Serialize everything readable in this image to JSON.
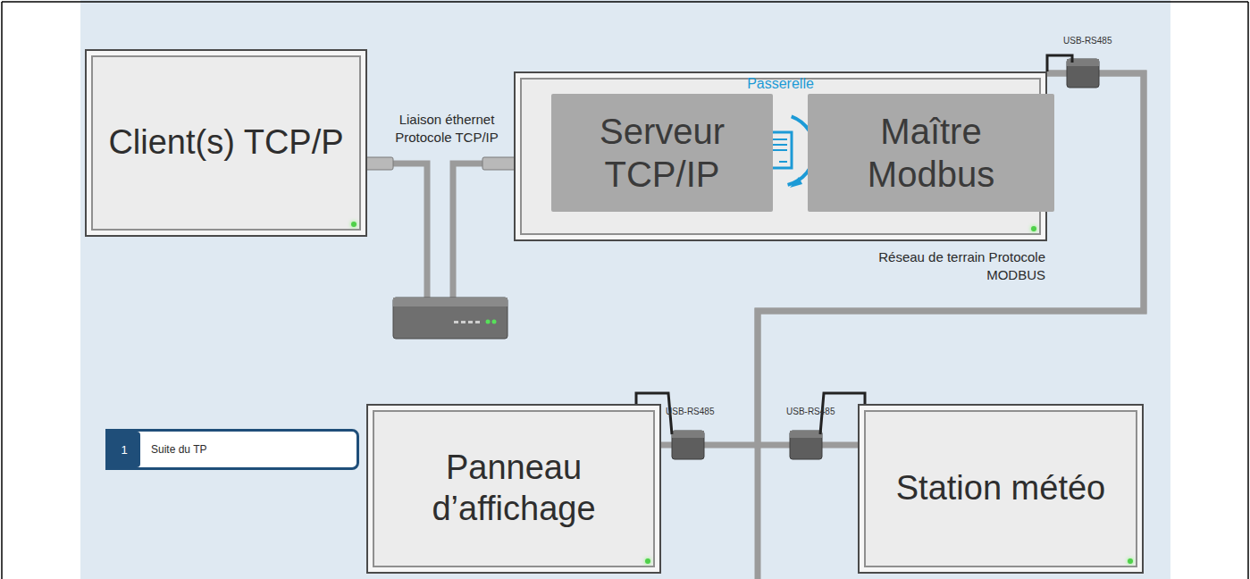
{
  "diagram": {
    "nodes": [
      {
        "text": [
          "Client(s) TCP/P"
        ]
      },
      {
        "text": [
          "Passerelle"
        ]
      },
      {
        "text": [
          "Serveur TCP/IP"
        ],
        "in": 1
      },
      {
        "text": [
          "Maître Modbus"
        ],
        "in": 1
      },
      {
        "text": [
          "Panneau d’affichage"
        ]
      },
      {
        "text": [
          "Station météo"
        ]
      },
      {
        "text": [
          "1",
          "Suite du TP"
        ]
      }
    ],
    "edges": [
      {
        "from": 0,
        "to": 1,
        "arrow": "none",
        "label": "Liaison éthernet Protocole TCP/IP"
      },
      {
        "from": 1,
        "to": 4,
        "arrow": "none",
        "label": "Réseau de terrain Protocole MODBUS"
      },
      {
        "from": 1,
        "to": 5,
        "arrow": "none"
      }
    ],
    "labels": [
      "USB-RS485",
      "USB-RS485",
      "USB-RS485"
    ]
  }
}
